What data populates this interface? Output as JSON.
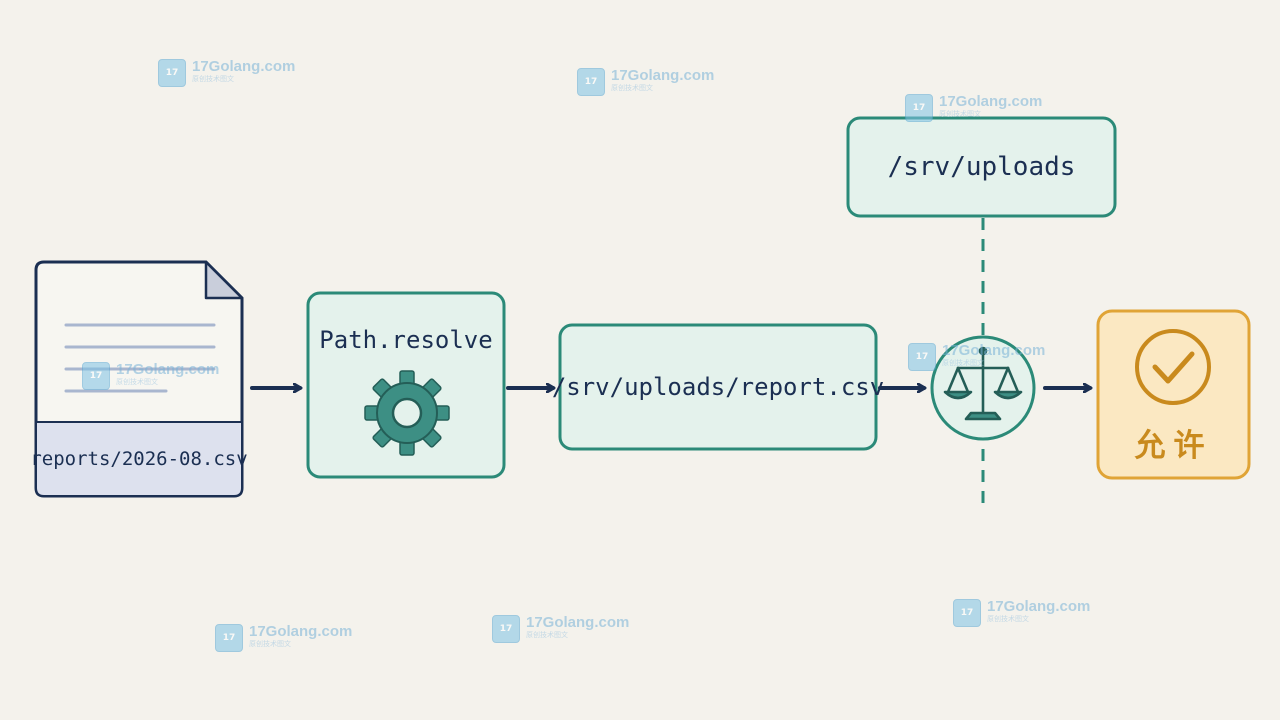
{
  "nodes": {
    "input_file": {
      "label": "reports/2026-08.csv"
    },
    "resolver": {
      "label": "Path.resolve",
      "icon": "gear-icon"
    },
    "resolved_path": {
      "label": "/srv/uploads/report.csv"
    },
    "base_dir": {
      "label": "/srv/uploads"
    },
    "compare": {
      "icon": "scales-icon"
    },
    "result": {
      "label": "允许",
      "icon": "check-circle-icon"
    }
  },
  "watermark": {
    "text": "17Golang.com",
    "sub": "原创技术图文",
    "logo": "17"
  },
  "colors": {
    "navy": "#1b2f52",
    "teal": "#2b8a78",
    "teal_fill": "#e4f2ec",
    "file_fill": "#f7f6f1",
    "file_label_fill": "#dde1ee",
    "gold": "#e0a436",
    "gold_fill": "#fbe8c2",
    "gold_text": "#c98a1d",
    "background": "#f4f2ec"
  }
}
